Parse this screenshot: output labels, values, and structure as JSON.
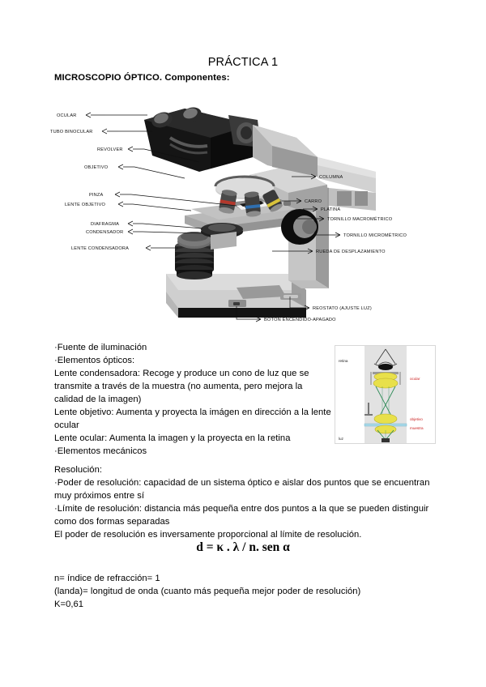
{
  "document": {
    "title": "PRÁCTICA 1",
    "subtitle": "MICROSCOPIO ÓPTICO. Componentes:"
  },
  "figure": {
    "name": "optical-microscope-diagram",
    "labels_left": [
      "OCULAR",
      "TUBO BINOCULAR",
      "REVOLVER",
      "OBJETIVO",
      "PINZA",
      "LENTE OBJETIVO",
      "DIAFRAGMA",
      "CONDENSADOR",
      "LENTE CONDENSADORA"
    ],
    "labels_right": [
      "COLUMNA",
      "CARRO",
      "PLATINA",
      "TORNILLO MACROMÉTRICO",
      "TORNILLO MICROMÉTRICO",
      "RUEDA DE DESPLAZAMIENTO"
    ],
    "labels_bottom": [
      "REOSTATO (AJUSTE LUZ)",
      "BOTÓN ENCENDIDO-APAGADO"
    ],
    "colors": {
      "body_light": "#cfcfcf",
      "body_mid": "#a8a8a8",
      "body_dark": "#6e6e6e",
      "head_black": "#151515",
      "objective_red": "#c0392b",
      "objective_blue": "#2f6fb0",
      "objective_yellow": "#d8c23a"
    }
  },
  "optics_section": {
    "text": "·Fuente de iluminación\n·Elementos ópticos:\nLente condensadora: Recoge y produce un cono de luz que se\ntransmite a través de la muestra (no aumenta, pero mejora la\ncalidad de la imagen)\nLente objetivo: Aumenta y proyecta la imágen en dirección a la lente\nocular\nLente ocular: Aumenta la imagen y la proyecta en la retina\n·Elementos mecánicos"
  },
  "resolution_section": {
    "text": "Resolución:\n·Poder de resolución: capacidad de un sistema óptico e aislar dos puntos que se encuentran\nmuy próximos entre sí\n·Límite de resolución: distancia más pequeña entre dos puntos a la que se pueden distinguir\ncomo dos formas separadas\nEl poder de resolución es inversamente proporcional al límite de resolución."
  },
  "formula": {
    "text": "d = κ . λ / n. sen α"
  },
  "variables_section": {
    "text": "n= índice de refracción= 1\n(landa)= longitud de onda (cuanto más pequeña mejor poder de resolución)\nK=0,61"
  },
  "ray_diagram": {
    "name": "light-path-ray-diagram",
    "background": "#e2e2e2",
    "ray_color": "#2e8b57",
    "lens_color": "#e8e04a",
    "label_color": "#cc2222",
    "labels": [
      "retina",
      "ocular",
      "objetivo",
      "muestra",
      "luz"
    ]
  }
}
